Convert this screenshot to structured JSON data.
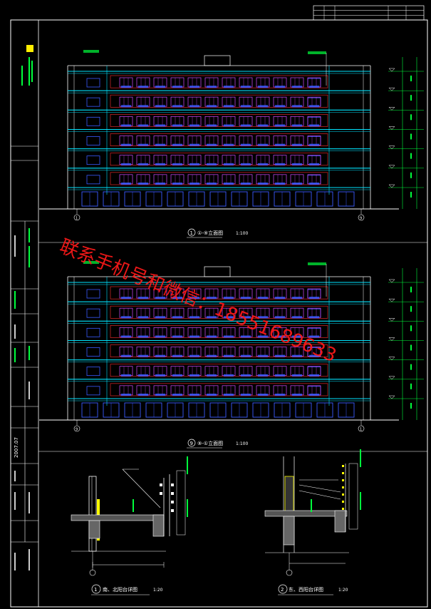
{
  "title_block": {
    "date": "2007.07",
    "scale_sheet": "1:100",
    "grid_left": "1",
    "grid_right": "9",
    "grid_right_small": "9"
  },
  "elevations": [
    {
      "caption": "①-⑨立面图",
      "num_a": "1",
      "num_b": "9",
      "scale": "1:100",
      "floors": 6,
      "bays": 12
    },
    {
      "caption": "⑨-①立面图",
      "num_a": "9",
      "num_b": "1",
      "scale": "1:100",
      "floors": 6,
      "bays": 12
    }
  ],
  "details": [
    {
      "num": "1",
      "caption": "南、北阳台详图",
      "scale": "1:20"
    },
    {
      "num": "2",
      "caption": "东、西阳台详图",
      "scale": "1:20"
    }
  ],
  "watermark": "联系手机号和微信：18551689633",
  "colors": {
    "line_white": "#ffffff",
    "line_cyan": "#00e5ff",
    "line_blue": "#3a5bff",
    "line_red": "#ff3030",
    "line_green": "#00ff3c",
    "line_yellow": "#ffff00",
    "line_magenta": "#d24bff"
  }
}
